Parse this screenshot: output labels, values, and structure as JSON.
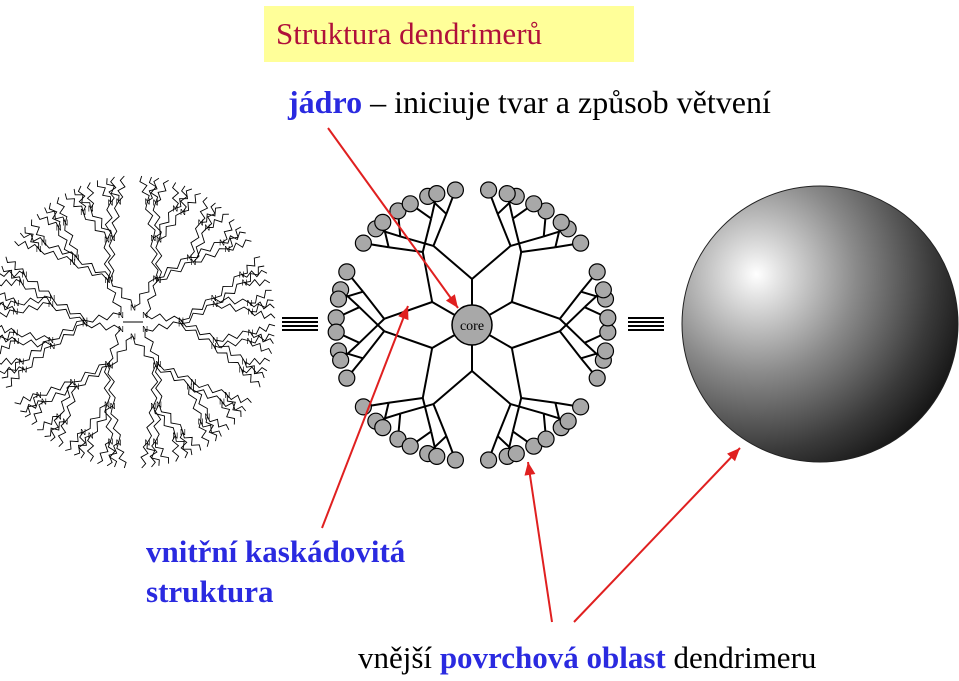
{
  "title": "Struktura dendrimerů",
  "core_line": {
    "term": "jádro",
    "dash": "–",
    "text": "iniciuje tvar a způsob větvení"
  },
  "inner_line": {
    "line1": "vnitřní kaskádovitá",
    "line2": "struktura"
  },
  "outer_line": {
    "prefix": "vnější",
    "term": "povrchová oblast",
    "suffix": "dendrimeru"
  },
  "schematic": {
    "core_label": "core",
    "atom_label": "N"
  },
  "equivalence_symbol": "≡",
  "colors": {
    "title": "#b0103a",
    "title_bg": "#ffff99",
    "highlight": "#2a2ae0",
    "arrows": "#e02020",
    "bead": "#a8a8a8"
  }
}
